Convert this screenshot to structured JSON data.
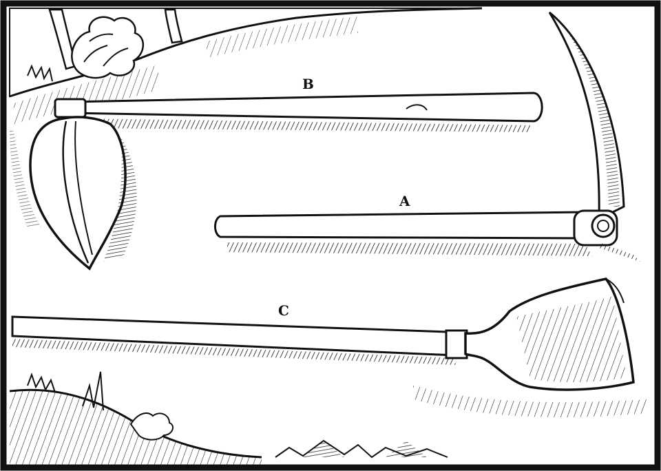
{
  "labels": {
    "tool_a": "A",
    "tool_b": "B",
    "tool_c": "C"
  },
  "colors": {
    "ink": "#111111",
    "paper": "#ffffff"
  },
  "tools": [
    {
      "id": "A",
      "icon": "pick-axe-icon"
    },
    {
      "id": "B",
      "icon": "mattock-icon"
    },
    {
      "id": "C",
      "icon": "shovel-icon"
    }
  ]
}
